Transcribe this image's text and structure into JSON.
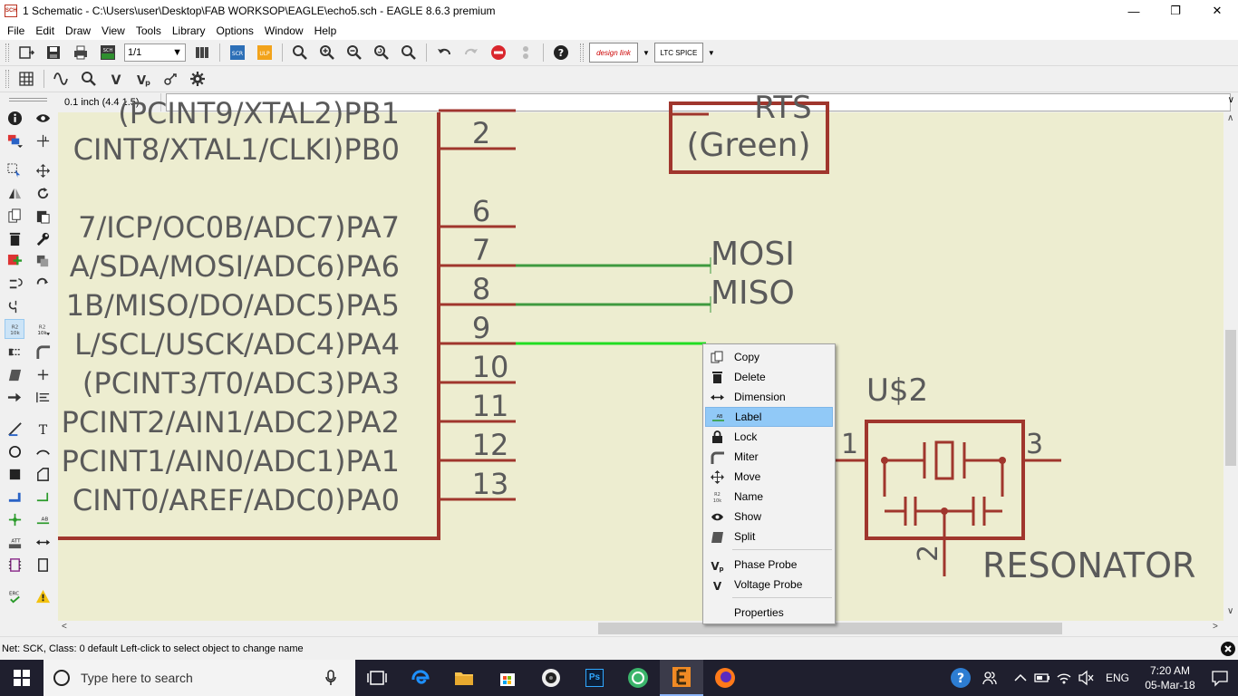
{
  "window": {
    "title": "1 Schematic - C:\\Users\\user\\Desktop\\FAB WORKSOP\\EAGLE\\echo5.sch - EAGLE 8.6.3 premium",
    "app_icon_text": "SCH",
    "minimize": "—",
    "maximize": "❐",
    "close": "✕"
  },
  "menubar": [
    "File",
    "Edit",
    "Draw",
    "View",
    "Tools",
    "Library",
    "Options",
    "Window",
    "Help"
  ],
  "toolbar": {
    "sheet_select": "1/1",
    "sheet_board_icon_text": "SCH BRD",
    "ulp_icon_text": "ULP",
    "designlink_label": "design link",
    "ltspice_label": "LTC SPICE"
  },
  "command": {
    "coordinates": "0.1 inch (4.4 1.5)",
    "input_value": ""
  },
  "schematic": {
    "pin_labels": [
      "(PCINT9/XTAL2)PB1",
      "CINT8/XTAL1/CLKI)PB0",
      "7/ICP/OC0B/ADC7)PA7",
      "A/SDA/MOSI/ADC6)PA6",
      "1B/MISO/DO/ADC5)PA5",
      "L/SCL/USCK/ADC4)PA4",
      "(PCINT3/T0/ADC3)PA3",
      "PCINT2/AIN1/ADC2)PA2",
      "PCINT1/AIN0/ADC1)PA1",
      "CINT0/AREF/ADC0)PA0"
    ],
    "pin_numbers": [
      "2",
      "6",
      "7",
      "8",
      "9",
      "10",
      "11",
      "12",
      "13"
    ],
    "net_labels": [
      "MOSI",
      "MISO"
    ],
    "led_labels": [
      "RTS",
      "(Green)"
    ],
    "resonator": {
      "name": "U$2",
      "value": "RESONATOR",
      "pin1": "1",
      "pin2": "2",
      "pin3": "3"
    }
  },
  "context_menu": {
    "items": [
      {
        "label": "Copy",
        "icon": "copy-icon"
      },
      {
        "label": "Delete",
        "icon": "trash-icon"
      },
      {
        "label": "Dimension",
        "icon": "dimension-icon"
      },
      {
        "label": "Label",
        "icon": "label-icon",
        "highlighted": true
      },
      {
        "label": "Lock",
        "icon": "lock-icon"
      },
      {
        "label": "Miter",
        "icon": "miter-icon"
      },
      {
        "label": "Move",
        "icon": "move-icon"
      },
      {
        "label": "Name",
        "icon": "name-icon"
      },
      {
        "label": "Show",
        "icon": "eye-icon"
      },
      {
        "label": "Split",
        "icon": "split-icon"
      },
      {
        "label": "Phase Probe",
        "icon": "phase-probe-icon"
      },
      {
        "label": "Voltage Probe",
        "icon": "voltage-probe-icon"
      },
      {
        "label": "Properties",
        "icon": ""
      }
    ],
    "name_icon_text": "R2 10k",
    "label_icon_text": "AB"
  },
  "status": {
    "text": "Net: SCK, Class: 0 default Left-click to select object to change name"
  },
  "taskbar": {
    "search_placeholder": "Type here to search",
    "time": "7:20 AM",
    "date": "05-Mar-18",
    "language": "ENG",
    "ps_label": "Ps"
  },
  "colors": {
    "canvas_bg": "#ededd0",
    "symbol_line": "#a0362d",
    "net_green": "#3f9a3f",
    "net_highlight": "#22dd22",
    "text_grey": "#5a5a5a",
    "menu_highlight": "#91c9f7",
    "taskbar_bg": "#1f1f2e"
  }
}
